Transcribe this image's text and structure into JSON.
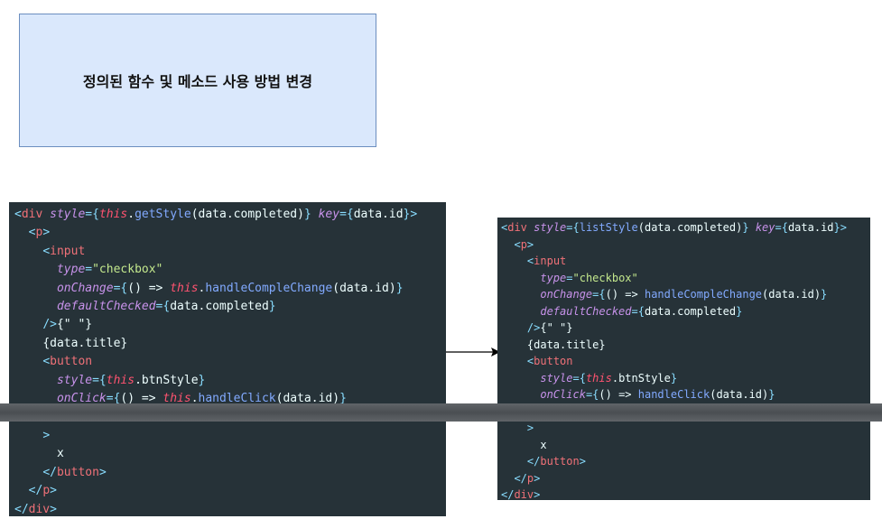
{
  "title": "정의된 함수 및 메소드 사용 방법 변경",
  "colors": {
    "tag": "#f07178",
    "attr": "#c792ea",
    "string": "#c3e88d",
    "this": "#ff5370",
    "func": "#82aaff",
    "punct": "#89ddff",
    "plain": "#eeffff"
  },
  "left_code": [
    [
      [
        "<",
        "punct"
      ],
      [
        "div ",
        "tag"
      ],
      [
        "style",
        "attr"
      ],
      [
        "={",
        "punct"
      ],
      [
        "this",
        "this"
      ],
      [
        ".",
        "plain"
      ],
      [
        "getStyle",
        "func"
      ],
      [
        "(data.completed)",
        "plain"
      ],
      [
        "}",
        "punct"
      ],
      [
        " ",
        "plain"
      ],
      [
        "key",
        "attr"
      ],
      [
        "={",
        "punct"
      ],
      [
        "data.id",
        "plain"
      ],
      [
        "}>",
        "punct"
      ]
    ],
    [
      [
        "  ",
        "plain"
      ],
      [
        "<",
        "punct"
      ],
      [
        "p",
        "tag"
      ],
      [
        ">",
        "punct"
      ]
    ],
    [
      [
        "    ",
        "plain"
      ],
      [
        "<",
        "punct"
      ],
      [
        "input",
        "tag"
      ]
    ],
    [
      [
        "      ",
        "plain"
      ],
      [
        "type",
        "attr"
      ],
      [
        "=",
        "punct"
      ],
      [
        "\"checkbox\"",
        "string"
      ]
    ],
    [
      [
        "      ",
        "plain"
      ],
      [
        "onChange",
        "attr"
      ],
      [
        "={",
        "punct"
      ],
      [
        "() => ",
        "plain"
      ],
      [
        "this",
        "this"
      ],
      [
        ".",
        "plain"
      ],
      [
        "handleCompleChange",
        "func"
      ],
      [
        "(data.id)",
        "plain"
      ],
      [
        "}",
        "punct"
      ]
    ],
    [
      [
        "      ",
        "plain"
      ],
      [
        "defaultChecked",
        "attr"
      ],
      [
        "={",
        "punct"
      ],
      [
        "data.completed",
        "plain"
      ],
      [
        "}",
        "punct"
      ]
    ],
    [
      [
        "    ",
        "plain"
      ],
      [
        "/>",
        "punct"
      ],
      [
        "{\" \"}",
        "plain"
      ]
    ],
    [
      [
        "    ",
        "plain"
      ],
      [
        "{data.title}",
        "plain"
      ]
    ],
    [
      [
        "    ",
        "plain"
      ],
      [
        "<",
        "punct"
      ],
      [
        "button",
        "tag"
      ]
    ],
    [
      [
        "      ",
        "plain"
      ],
      [
        "style",
        "attr"
      ],
      [
        "={",
        "punct"
      ],
      [
        "this",
        "this"
      ],
      [
        ".",
        "plain"
      ],
      [
        "btnStyle",
        "plain"
      ],
      [
        "}",
        "punct"
      ]
    ],
    [
      [
        "      ",
        "plain"
      ],
      [
        "onClick",
        "attr"
      ],
      [
        "={",
        "punct"
      ],
      [
        "() => ",
        "plain"
      ],
      [
        "this",
        "this"
      ],
      [
        ".",
        "plain"
      ],
      [
        "handleClick",
        "func"
      ],
      [
        "(data.id)",
        "plain"
      ],
      [
        "}",
        "punct"
      ]
    ],
    [
      [
        "",
        "plain"
      ]
    ],
    [
      [
        "    ",
        "plain"
      ],
      [
        ">",
        "punct"
      ]
    ],
    [
      [
        "      ",
        "plain"
      ],
      [
        "x",
        "plain"
      ]
    ],
    [
      [
        "    ",
        "plain"
      ],
      [
        "</",
        "punct"
      ],
      [
        "button",
        "tag"
      ],
      [
        ">",
        "punct"
      ]
    ],
    [
      [
        "  ",
        "plain"
      ],
      [
        "</",
        "punct"
      ],
      [
        "p",
        "tag"
      ],
      [
        ">",
        "punct"
      ]
    ],
    [
      [
        "",
        "plain"
      ],
      [
        "</",
        "punct"
      ],
      [
        "div",
        "tag"
      ],
      [
        ">",
        "punct"
      ]
    ]
  ],
  "right_code": [
    [
      [
        "<",
        "punct"
      ],
      [
        "div ",
        "tag"
      ],
      [
        "style",
        "attr"
      ],
      [
        "={",
        "punct"
      ],
      [
        "listStyle",
        "func"
      ],
      [
        "(data.completed)",
        "plain"
      ],
      [
        "}",
        "punct"
      ],
      [
        " ",
        "plain"
      ],
      [
        "key",
        "attr"
      ],
      [
        "={",
        "punct"
      ],
      [
        "data.id",
        "plain"
      ],
      [
        "}>",
        "punct"
      ]
    ],
    [
      [
        "  ",
        "plain"
      ],
      [
        "<",
        "punct"
      ],
      [
        "p",
        "tag"
      ],
      [
        ">",
        "punct"
      ]
    ],
    [
      [
        "    ",
        "plain"
      ],
      [
        "<",
        "punct"
      ],
      [
        "input",
        "tag"
      ]
    ],
    [
      [
        "      ",
        "plain"
      ],
      [
        "type",
        "attr"
      ],
      [
        "=",
        "punct"
      ],
      [
        "\"checkbox\"",
        "string"
      ]
    ],
    [
      [
        "      ",
        "plain"
      ],
      [
        "onChange",
        "attr"
      ],
      [
        "={",
        "punct"
      ],
      [
        "() => ",
        "plain"
      ],
      [
        "handleCompleChange",
        "func"
      ],
      [
        "(data.id)",
        "plain"
      ],
      [
        "}",
        "punct"
      ]
    ],
    [
      [
        "      ",
        "plain"
      ],
      [
        "defaultChecked",
        "attr"
      ],
      [
        "={",
        "punct"
      ],
      [
        "data.completed",
        "plain"
      ],
      [
        "}",
        "punct"
      ]
    ],
    [
      [
        "    ",
        "plain"
      ],
      [
        "/>",
        "punct"
      ],
      [
        "{\" \"}",
        "plain"
      ]
    ],
    [
      [
        "    ",
        "plain"
      ],
      [
        "{data.title}",
        "plain"
      ]
    ],
    [
      [
        "    ",
        "plain"
      ],
      [
        "<",
        "punct"
      ],
      [
        "button",
        "tag"
      ]
    ],
    [
      [
        "      ",
        "plain"
      ],
      [
        "style",
        "attr"
      ],
      [
        "={",
        "punct"
      ],
      [
        "this",
        "this"
      ],
      [
        ".",
        "plain"
      ],
      [
        "btnStyle",
        "plain"
      ],
      [
        "}",
        "punct"
      ]
    ],
    [
      [
        "      ",
        "plain"
      ],
      [
        "onClick",
        "attr"
      ],
      [
        "={",
        "punct"
      ],
      [
        "() => ",
        "plain"
      ],
      [
        "handleClick",
        "func"
      ],
      [
        "(data.id)",
        "plain"
      ],
      [
        "}",
        "punct"
      ]
    ],
    [
      [
        "",
        "plain"
      ]
    ],
    [
      [
        "    ",
        "plain"
      ],
      [
        ">",
        "punct"
      ]
    ],
    [
      [
        "      ",
        "plain"
      ],
      [
        "x",
        "plain"
      ]
    ],
    [
      [
        "    ",
        "plain"
      ],
      [
        "</",
        "punct"
      ],
      [
        "button",
        "tag"
      ],
      [
        ">",
        "punct"
      ]
    ],
    [
      [
        "  ",
        "plain"
      ],
      [
        "</",
        "punct"
      ],
      [
        "p",
        "tag"
      ],
      [
        ">",
        "punct"
      ]
    ],
    [
      [
        "",
        "plain"
      ],
      [
        "</",
        "punct"
      ],
      [
        "div",
        "tag"
      ],
      [
        ">",
        "punct"
      ]
    ]
  ]
}
